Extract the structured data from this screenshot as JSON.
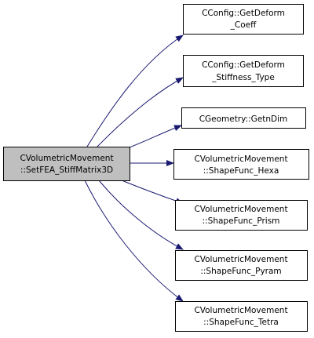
{
  "graph": {
    "colors": {
      "edge": "#191970",
      "node_border": "#000000",
      "node_fill": "#ffffff",
      "root_fill": "#bfbfbf",
      "text": "#000000"
    },
    "root": {
      "line1": "CVolumetricMovement",
      "line2": "::SetFEA_StiffMatrix3D"
    },
    "callees": [
      {
        "line1": "CConfig::GetDeform",
        "line2": "_Coeff"
      },
      {
        "line1": "CConfig::GetDeform",
        "line2": "_Stiffness_Type"
      },
      {
        "line1": "CGeometry::GetnDim",
        "line2": ""
      },
      {
        "line1": "CVolumetricMovement",
        "line2": "::ShapeFunc_Hexa"
      },
      {
        "line1": "CVolumetricMovement",
        "line2": "::ShapeFunc_Prism"
      },
      {
        "line1": "CVolumetricMovement",
        "line2": "::ShapeFunc_Pyram"
      },
      {
        "line1": "CVolumetricMovement",
        "line2": "::ShapeFunc_Tetra"
      }
    ]
  }
}
